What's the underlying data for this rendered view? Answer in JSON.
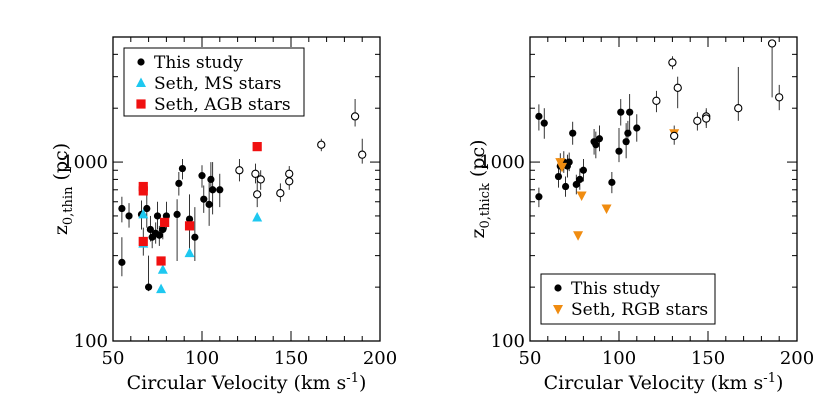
{
  "colors": {
    "this_study": "#000000",
    "seth_ms": "#1ec8f0",
    "seth_agb": "#f01010",
    "seth_rgb": "#f08c10",
    "axis": "#000000"
  },
  "chart_data": [
    {
      "type": "scatter",
      "xlabel_main": "Circular Velocity (km s",
      "xlabel_sup": "-1",
      "xlabel_tail": ")",
      "ylabel_main": "z",
      "ylabel_sub": "0,thin",
      "ylabel_tail": " (pc)",
      "xlim": [
        50,
        200
      ],
      "ylim": [
        100,
        5000
      ],
      "yscale": "log",
      "grid": false,
      "legend_position": "top-left",
      "xticks": [
        50,
        100,
        150,
        200
      ],
      "xtick_labels": [
        "50",
        "100",
        "150",
        "200"
      ],
      "yticks": [
        100,
        1000
      ],
      "ytick_labels": [
        "100",
        "1000"
      ],
      "series": [
        {
          "name": "This study",
          "marker": "circle",
          "color": "#000000",
          "points": [
            {
              "x": 55,
              "y": 550,
              "lo": 460,
              "hi": 640
            },
            {
              "x": 55,
              "y": 275,
              "lo": 230,
              "hi": 380
            },
            {
              "x": 59,
              "y": 500,
              "lo": 430,
              "hi": 590
            },
            {
              "x": 66,
              "y": 510,
              "lo": 420,
              "hi": 610
            },
            {
              "x": 67,
              "y": 360,
              "lo": 300,
              "hi": 430
            },
            {
              "x": 69,
              "y": 550,
              "lo": 430,
              "hi": 680
            },
            {
              "x": 70,
              "y": 200,
              "lo": 190,
              "hi": 300
            },
            {
              "x": 71,
              "y": 420,
              "lo": 360,
              "hi": 500
            },
            {
              "x": 72,
              "y": 380,
              "lo": 330,
              "hi": 430
            },
            {
              "x": 74,
              "y": 400,
              "lo": 350,
              "hi": 460
            },
            {
              "x": 75,
              "y": 500,
              "lo": 420,
              "hi": 600
            },
            {
              "x": 76,
              "y": 390,
              "lo": 340,
              "hi": 440
            },
            {
              "x": 78,
              "y": 420,
              "lo": 370,
              "hi": 480
            },
            {
              "x": 80,
              "y": 500,
              "lo": 420,
              "hi": 600
            },
            {
              "x": 86,
              "y": 510,
              "lo": 280,
              "hi": 620
            },
            {
              "x": 87,
              "y": 760,
              "lo": 650,
              "hi": 880
            },
            {
              "x": 89,
              "y": 920,
              "lo": 800,
              "hi": 1040
            },
            {
              "x": 93,
              "y": 480,
              "lo": 300,
              "hi": 660
            },
            {
              "x": 96,
              "y": 380,
              "lo": 280,
              "hi": 560
            },
            {
              "x": 100,
              "y": 840,
              "lo": 720,
              "hi": 960
            },
            {
              "x": 101,
              "y": 620,
              "lo": 520,
              "hi": 740
            },
            {
              "x": 104,
              "y": 580,
              "lo": 440,
              "hi": 770
            },
            {
              "x": 105,
              "y": 800,
              "lo": 680,
              "hi": 1000
            },
            {
              "x": 106,
              "y": 700,
              "lo": 510,
              "hi": 1000
            },
            {
              "x": 110,
              "y": 700,
              "lo": 560,
              "hi": 860
            }
          ]
        },
        {
          "name": "Seth, MS stars",
          "marker": "triangle-up",
          "color": "#1ec8f0",
          "points": [
            {
              "x": 67,
              "y": 510
            },
            {
              "x": 67,
              "y": 350
            },
            {
              "x": 77,
              "y": 195
            },
            {
              "x": 78,
              "y": 250
            },
            {
              "x": 93,
              "y": 310
            },
            {
              "x": 131,
              "y": 490
            }
          ]
        },
        {
          "name": "Seth, AGB stars",
          "marker": "square",
          "color": "#f01010",
          "points": [
            {
              "x": 67,
              "y": 730
            },
            {
              "x": 67,
              "y": 690
            },
            {
              "x": 67,
              "y": 360
            },
            {
              "x": 77,
              "y": 280
            },
            {
              "x": 79,
              "y": 460
            },
            {
              "x": 93,
              "y": 440
            },
            {
              "x": 131,
              "y": 1220
            }
          ]
        },
        {
          "marker": "open-circle",
          "color": "#000000",
          "points": [
            {
              "x": 121,
              "y": 900,
              "lo": 780,
              "hi": 1040
            },
            {
              "x": 130,
              "y": 860,
              "lo": 760,
              "hi": 980
            },
            {
              "x": 131,
              "y": 660,
              "lo": 560,
              "hi": 780
            },
            {
              "x": 133,
              "y": 800,
              "lo": 700,
              "hi": 900
            },
            {
              "x": 144,
              "y": 670,
              "lo": 600,
              "hi": 760
            },
            {
              "x": 149,
              "y": 860,
              "lo": 780,
              "hi": 950
            },
            {
              "x": 149,
              "y": 780,
              "lo": 700,
              "hi": 870
            },
            {
              "x": 167,
              "y": 1250,
              "lo": 1150,
              "hi": 1350
            },
            {
              "x": 186,
              "y": 1800,
              "lo": 1580,
              "hi": 2250
            },
            {
              "x": 190,
              "y": 1100,
              "lo": 980,
              "hi": 1350
            }
          ]
        }
      ]
    },
    {
      "type": "scatter",
      "xlabel_main": "Circular Velocity (km s",
      "xlabel_sup": "-1",
      "xlabel_tail": ")",
      "ylabel_main": "z",
      "ylabel_sub": "0,thick",
      "ylabel_tail": " (pc)",
      "xlim": [
        50,
        200
      ],
      "ylim": [
        100,
        5000
      ],
      "yscale": "log",
      "grid": false,
      "legend_position": "bottom-left",
      "xticks": [
        50,
        100,
        150,
        200
      ],
      "xtick_labels": [
        "50",
        "100",
        "150",
        "200"
      ],
      "yticks": [
        100,
        1000
      ],
      "ytick_labels": [
        "100",
        "1000"
      ],
      "series": [
        {
          "name": "This study",
          "marker": "circle",
          "color": "#000000",
          "points": [
            {
              "x": 55,
              "y": 640,
              "lo": 560,
              "hi": 720
            },
            {
              "x": 55,
              "y": 1800,
              "lo": 1500,
              "hi": 2100
            },
            {
              "x": 58,
              "y": 1650,
              "lo": 1350,
              "hi": 2000
            },
            {
              "x": 66,
              "y": 830,
              "lo": 720,
              "hi": 1050
            },
            {
              "x": 67,
              "y": 950,
              "lo": 800,
              "hi": 1120
            },
            {
              "x": 69,
              "y": 1000,
              "lo": 870,
              "hi": 1150
            },
            {
              "x": 70,
              "y": 730,
              "lo": 640,
              "hi": 830
            },
            {
              "x": 71,
              "y": 950,
              "lo": 820,
              "hi": 1100
            },
            {
              "x": 72,
              "y": 1000,
              "lo": 890,
              "hi": 1130
            },
            {
              "x": 74,
              "y": 1450,
              "lo": 1250,
              "hi": 1680
            },
            {
              "x": 76,
              "y": 750,
              "lo": 660,
              "hi": 850
            },
            {
              "x": 78,
              "y": 800,
              "lo": 700,
              "hi": 920
            },
            {
              "x": 80,
              "y": 900,
              "lo": 780,
              "hi": 1040
            },
            {
              "x": 86,
              "y": 1300,
              "lo": 1100,
              "hi": 1530
            },
            {
              "x": 87,
              "y": 1250,
              "lo": 1050,
              "hi": 1480
            },
            {
              "x": 89,
              "y": 1350,
              "lo": 1150,
              "hi": 1600
            },
            {
              "x": 96,
              "y": 770,
              "lo": 670,
              "hi": 880
            },
            {
              "x": 100,
              "y": 1150,
              "lo": 1000,
              "hi": 1550
            },
            {
              "x": 101,
              "y": 1900,
              "lo": 1600,
              "hi": 2250
            },
            {
              "x": 104,
              "y": 1300,
              "lo": 1050,
              "hi": 1650
            },
            {
              "x": 105,
              "y": 1450,
              "lo": 1250,
              "hi": 1700
            },
            {
              "x": 106,
              "y": 1900,
              "lo": 1450,
              "hi": 2400
            },
            {
              "x": 110,
              "y": 1550,
              "lo": 1300,
              "hi": 1850
            }
          ]
        },
        {
          "name": "Seth, RGB stars",
          "marker": "triangle-down",
          "color": "#f08c10",
          "points": [
            {
              "x": 67,
              "y": 1000
            },
            {
              "x": 68,
              "y": 940
            },
            {
              "x": 77,
              "y": 390
            },
            {
              "x": 79,
              "y": 650
            },
            {
              "x": 93,
              "y": 550
            },
            {
              "x": 131,
              "y": 1450
            }
          ]
        },
        {
          "marker": "open-circle",
          "color": "#000000",
          "points": [
            {
              "x": 121,
              "y": 2200,
              "lo": 1900,
              "hi": 2500
            },
            {
              "x": 130,
              "y": 3600,
              "lo": 3300,
              "hi": 3900
            },
            {
              "x": 131,
              "y": 1400,
              "lo": 1250,
              "hi": 1600
            },
            {
              "x": 133,
              "y": 2600,
              "lo": 2000,
              "hi": 3000
            },
            {
              "x": 144,
              "y": 1700,
              "lo": 1500,
              "hi": 1900
            },
            {
              "x": 149,
              "y": 1800,
              "lo": 1600,
              "hi": 2000
            },
            {
              "x": 149,
              "y": 1750,
              "lo": 1550,
              "hi": 1950
            },
            {
              "x": 167,
              "y": 2000,
              "lo": 1700,
              "hi": 3400
            },
            {
              "x": 186,
              "y": 4600,
              "lo": 2300,
              "hi": 4800
            },
            {
              "x": 190,
              "y": 2300,
              "lo": 1950,
              "hi": 2700
            }
          ]
        }
      ]
    }
  ]
}
